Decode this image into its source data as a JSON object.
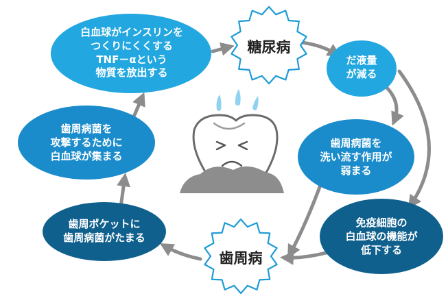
{
  "diagram": {
    "hubs": {
      "diabetes": "糖尿病",
      "periodontal": "歯周病"
    },
    "nodes": {
      "tnf": "白血球がインスリンを\nつくりにくくする\nTNF－αという\n物質を放出する",
      "saliva": "だ液量\nが減る",
      "wash": "歯周病菌を\n洗い流す作用が\n弱まる",
      "immune": "免疫細胞の\n白血球の機能が\n低下する",
      "pocket": "歯周ポケットに\n歯周病菌がたまる",
      "attack": "歯周病菌を\n攻撃するために\n白血球が集まる"
    },
    "colors": {
      "light_blue": "#22a7e0",
      "mid_blue": "#1a8ccb",
      "dark_blue": "#10608e",
      "arrow": "#8c8c8c",
      "tooth_outline": "#6b6b6b",
      "gum": "#8d8d8d",
      "sweat": "#8fd3f0"
    },
    "icons": [
      "worried-tooth-icon",
      "sweat-drops-icon",
      "cycle-arrow-icon",
      "burst-shape-icon"
    ]
  }
}
